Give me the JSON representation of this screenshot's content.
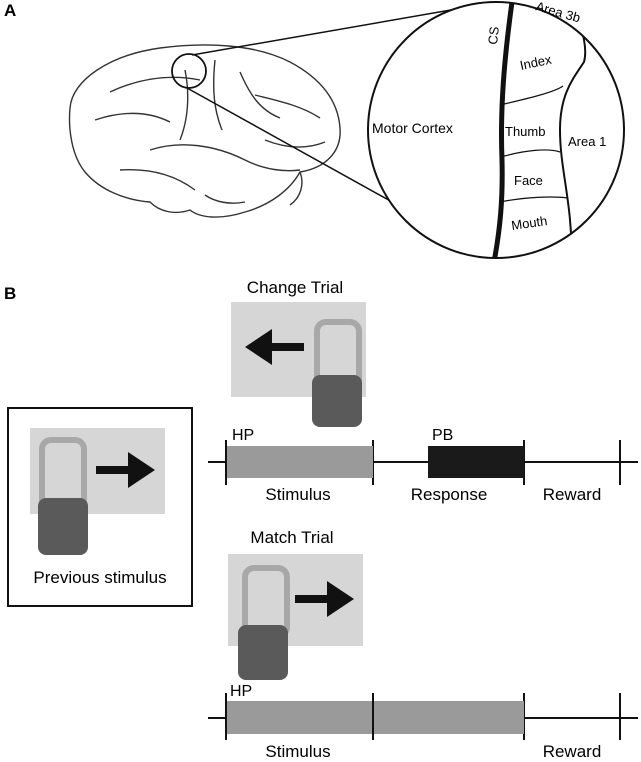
{
  "panel_a": {
    "label": "A",
    "region_labels": {
      "motor_cortex": "Motor Cortex",
      "cs": "CS",
      "area3b": "Area 3b",
      "area1": "Area 1",
      "index": "Index",
      "thumb": "Thumb",
      "face": "Face",
      "mouth": "Mouth"
    }
  },
  "panel_b": {
    "label": "B",
    "previous_stimulus_caption": "Previous stimulus",
    "change_trial": {
      "title": "Change Trial",
      "hp": "HP",
      "pb": "PB",
      "stimulus": "Stimulus",
      "response": "Response",
      "reward": "Reward"
    },
    "match_trial": {
      "title": "Match Trial",
      "hp": "HP",
      "stimulus": "Stimulus",
      "reward": "Reward"
    }
  },
  "colors": {
    "stimulus_bar": "#9a9a9a",
    "response_bar": "#1a1a1a",
    "probe_bg": "#d6d6d6",
    "probe_base": "#5a5a5a",
    "probe_frame": "#a8a8a8"
  }
}
